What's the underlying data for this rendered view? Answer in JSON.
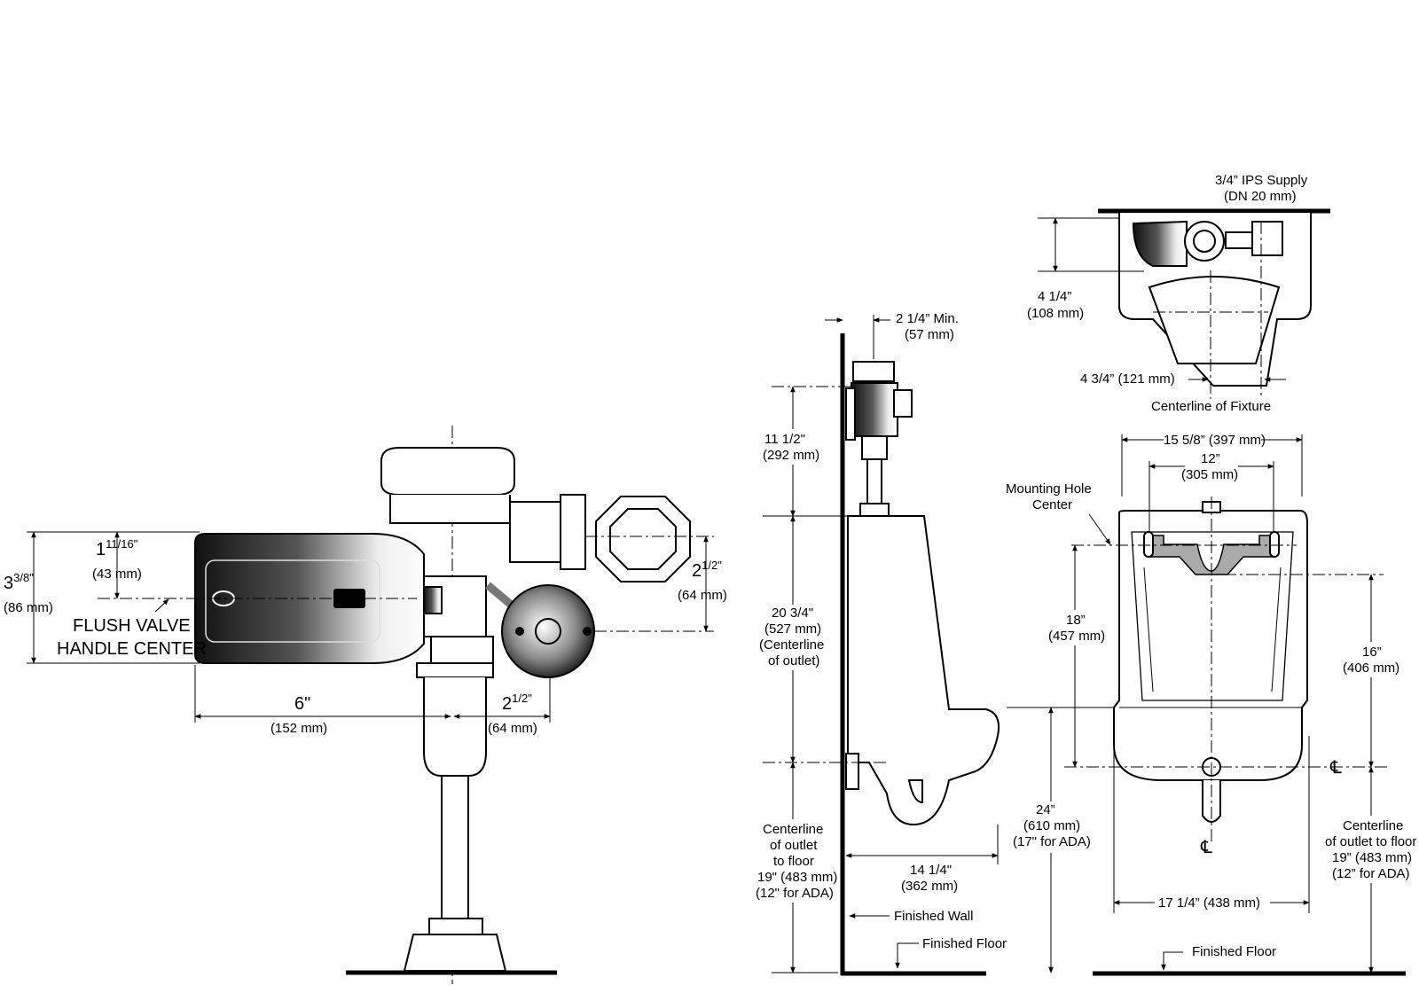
{
  "flush_valve_view": {
    "height_overall": {
      "whole": "3",
      "fraction": "3/8",
      "unit": "\"",
      "metric": "(86 mm)"
    },
    "handle_height": {
      "whole": "1",
      "fraction": "11/16",
      "unit": "\"",
      "metric": "(43 mm)"
    },
    "handle_note_line1": "FLUSH VALVE",
    "handle_note_line2": "HANDLE CENTER",
    "offset_right": {
      "whole": "2",
      "fraction": "1/2",
      "unit": "\"",
      "metric": "(64 mm)"
    },
    "width_body": {
      "text": "6\"",
      "metric": "(152 mm)"
    },
    "width_offset": {
      "whole": "2",
      "fraction": "1/2",
      "unit": "\"",
      "metric": "(64 mm)"
    }
  },
  "side_view": {
    "clearance": {
      "text": "2 1/4” Min.",
      "metric": "(57 mm)"
    },
    "valve_height": {
      "text": "11 1/2\"",
      "metric": "(292 mm)"
    },
    "outlet_center": {
      "line1": "20 3/4\"",
      "line2": "(527 mm)",
      "line3": "(Centerline",
      "line4": "of outlet)"
    },
    "outlet_to_floor": {
      "line1": "Centerline",
      "line2": "of outlet",
      "line3": "to floor",
      "line4": "19\" (483 mm)",
      "line5": "(12\" for ADA)"
    },
    "projection": {
      "text": "14 1/4\"",
      "metric": "(362 mm)"
    },
    "rim_height": {
      "line1": "24”",
      "line2": "(610 mm)",
      "line3": "(17\" for ADA)"
    },
    "finished_wall": "Finished Wall",
    "finished_floor": "Finished Floor"
  },
  "top_view": {
    "supply": {
      "line1": "3/4” IPS Supply",
      "line2": "(DN 20 mm)"
    },
    "depth": {
      "text": "4 1/4”",
      "metric": "(108 mm)"
    },
    "offset": "4 3/4” (121 mm)",
    "centerline_label": "Centerline of Fixture"
  },
  "front_view": {
    "overall_width_top": "15 5/8” (397 mm)",
    "hole_spacing": {
      "text": "12”",
      "metric": "(305 mm)"
    },
    "mounting_hole": {
      "line1": "Mounting Hole",
      "line2": "Center"
    },
    "hole_drop": {
      "text": "18”",
      "metric": "(457 mm)"
    },
    "hole_to_outlet": {
      "text": "16”",
      "metric": "(406 mm)"
    },
    "outlet_to_floor": {
      "line1": "Centerline",
      "line2": "of outlet to floor",
      "line3": "19” (483 mm)",
      "line4": "(12” for ADA)"
    },
    "overall_width_bottom": "17 1/4” (438 mm)",
    "cl_symbol": "℄",
    "finished_floor": "Finished Floor"
  }
}
